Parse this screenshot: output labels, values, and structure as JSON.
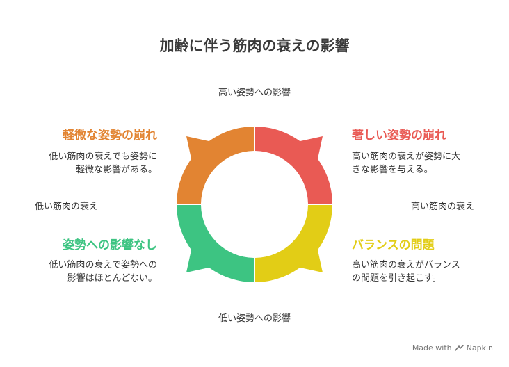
{
  "title": "加齢に伴う筋肉の衰えの影響",
  "axes": {
    "top": "高い姿勢への影響",
    "bottom": "低い姿勢への影響",
    "left": "低い筋肉の衰え",
    "right": "高い筋肉の衰え"
  },
  "quadrants": {
    "top_left": {
      "heading": "軽微な姿勢の崩れ",
      "desc": [
        "低い筋肉の衰えでも姿勢に",
        "軽微な影響がある。"
      ],
      "color": "#E28432"
    },
    "top_right": {
      "heading": "著しい姿勢の崩れ",
      "desc": [
        "高い筋肉の衰えが姿勢に大",
        "きな影響を与える。"
      ],
      "color": "#E95A54"
    },
    "bottom_left": {
      "heading": "姿勢への影響なし",
      "desc": [
        "低い筋肉の衰えで姿勢への",
        "影響はほとんどない。"
      ],
      "color": "#3DC482"
    },
    "bottom_right": {
      "heading": "バランスの問題",
      "desc": [
        "高い筋肉の衰えがバランス",
        "の問題を引き起こす。"
      ],
      "color": "#E2CD16"
    }
  },
  "footer": {
    "made_with": "Made with",
    "brand": "Napkin",
    "icon": "napkin-logo-icon"
  }
}
